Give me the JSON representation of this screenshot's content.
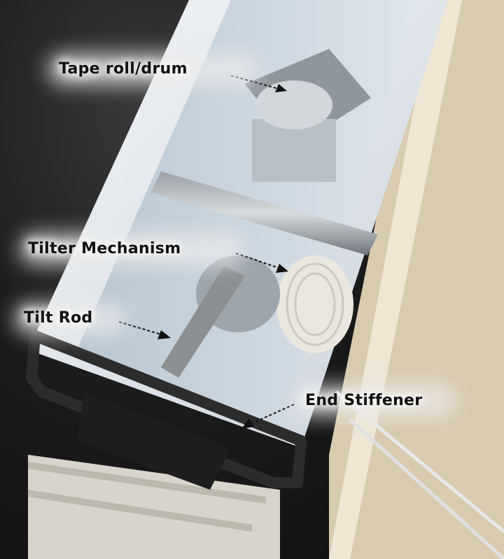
{
  "figure": {
    "subject": "Horizontal blind headrail interior (cutaway)",
    "labels": [
      {
        "id": "tape-roll",
        "text": "Tape roll/drum"
      },
      {
        "id": "tilter",
        "text": "Tilter Mechanism"
      },
      {
        "id": "tilt-rod",
        "text": "Tilt Rod"
      },
      {
        "id": "end-stiffener",
        "text": "End Stiffener"
      }
    ]
  }
}
